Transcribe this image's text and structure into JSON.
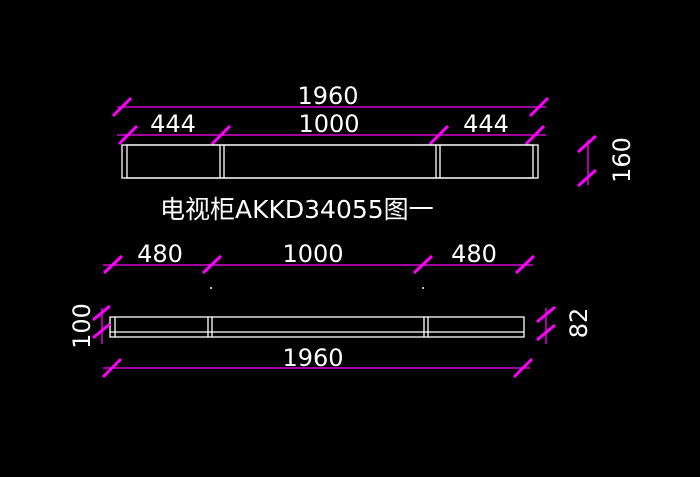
{
  "title": "电视柜AKKD34055图一",
  "colors": {
    "background": "#000000",
    "dimension": "#ff00ff",
    "outline": "#ffffff",
    "text": "#ffffff"
  },
  "top_view": {
    "overall_width": "1960",
    "left_width": "444",
    "middle_width": "1000",
    "right_width": "444",
    "height": "160"
  },
  "bottom_view": {
    "left_width": "480",
    "middle_width": "1000",
    "right_width": "480",
    "overall_width": "1960",
    "left_height": "100",
    "right_height": "82"
  }
}
